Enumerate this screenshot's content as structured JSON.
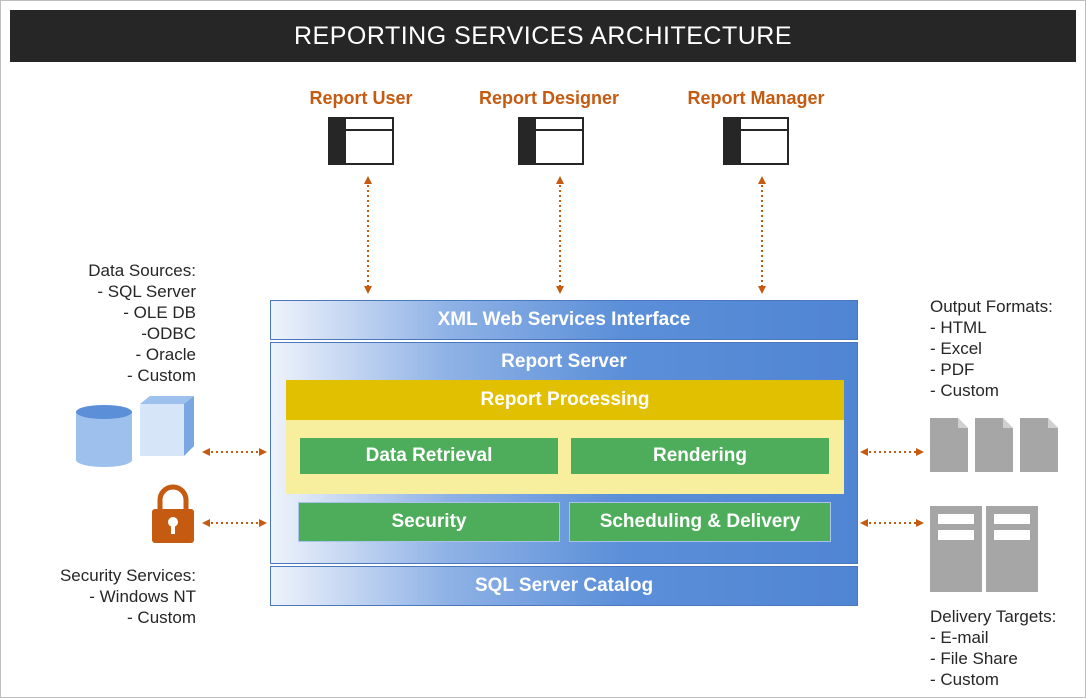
{
  "title": "REPORTING SERVICES ARCHITECTURE",
  "clients": [
    {
      "label": "Report User"
    },
    {
      "label": "Report Designer"
    },
    {
      "label": "Report Manager"
    }
  ],
  "server": {
    "xml_interface": "XML Web Services Interface",
    "report_server": "Report Server",
    "report_processing": "Report Processing",
    "data_retrieval": "Data Retrieval",
    "rendering": "Rendering",
    "security": "Security",
    "scheduling": "Scheduling & Delivery",
    "catalog": "SQL Server Catalog"
  },
  "data_sources": {
    "text": "Data Sources:\n - SQL Server\n - OLE DB\n -ODBC\n - Oracle\n - Custom"
  },
  "security_services": {
    "text": "Security Services:\n - Windows NT\n - Custom"
  },
  "output_formats": {
    "text": "Output Formats:\n- HTML\n- Excel\n- PDF\n- Custom"
  },
  "delivery_targets": {
    "text": "Delivery Targets:\n- E-mail\n- File Share\n- Custom"
  },
  "colors": {
    "accent_orange": "#c55a11",
    "title_bar": "#262626",
    "blue": "#5085d4",
    "yellow": "#e0c000",
    "green": "#4ead5b",
    "grey_icon": "#a6a6a6"
  }
}
